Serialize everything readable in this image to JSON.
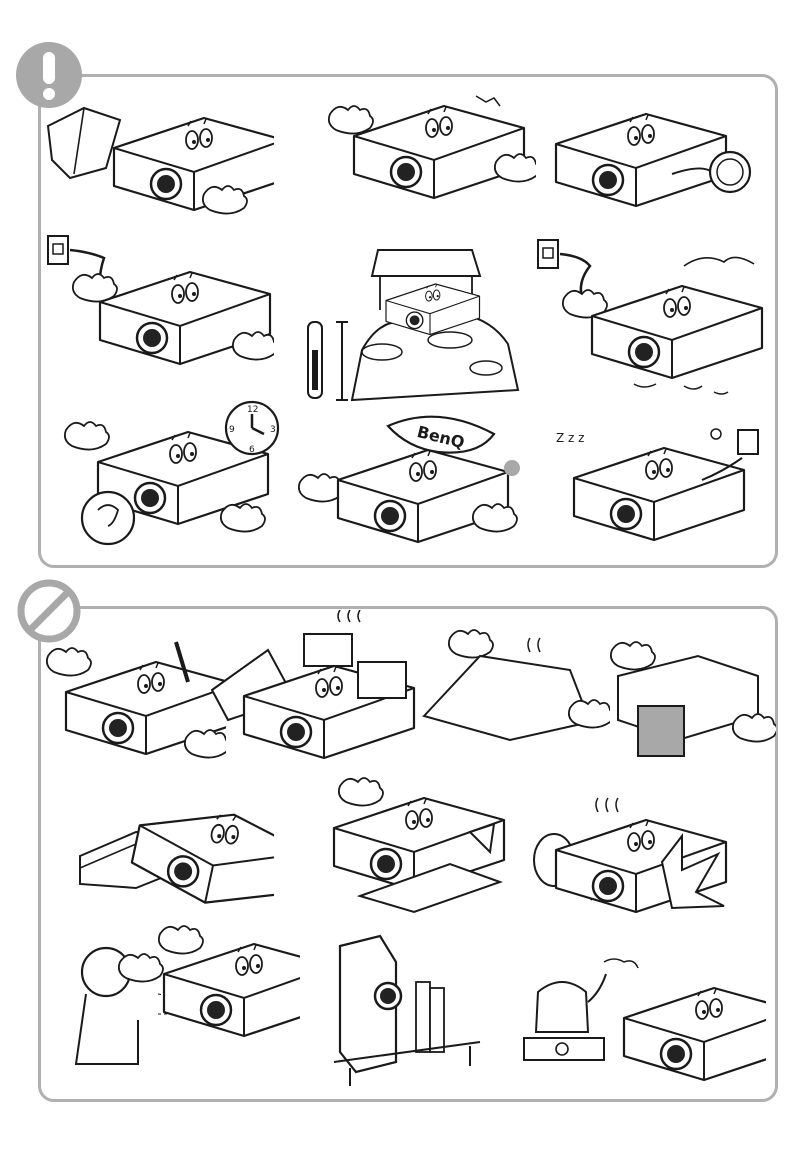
{
  "symbols": {
    "caution": "exclamation-icon",
    "prohibited": "prohibition-icon",
    "accent": "#a8a8a8",
    "ink": "#1a1a1a"
  },
  "illustration_text": {
    "brand_cap": "BenQ",
    "clock_numbers": [
      "12",
      "3",
      "6",
      "9"
    ],
    "sleep_letters": "Z z z"
  }
}
